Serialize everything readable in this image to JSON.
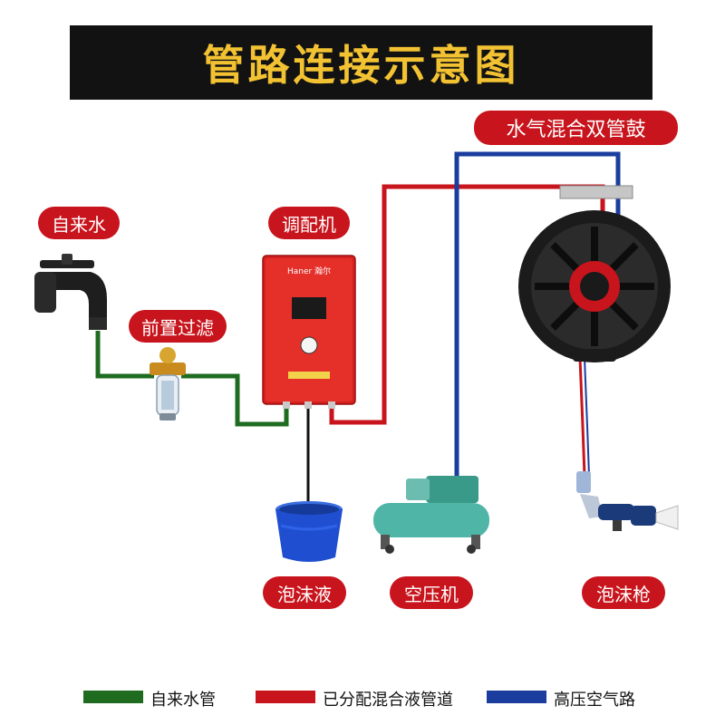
{
  "title": "管路连接示意图",
  "labels": {
    "tap_water": "自来水",
    "prefilter": "前置过滤",
    "mixer": "调配机",
    "reel": "水气混合双管鼓",
    "foam_liquid": "泡沫液",
    "air_compressor": "空压机",
    "foam_gun": "泡沫枪"
  },
  "device": {
    "brand": "Haner 瀚尔"
  },
  "legend": [
    {
      "label": "自来水管",
      "color": "#1f6b1f"
    },
    {
      "label": "已分配混合液管道",
      "color": "#c8141c"
    },
    {
      "label": "高压空气路",
      "color": "#1a3d9e"
    }
  ],
  "colors": {
    "water_pipe": "#1f6b1f",
    "mix_pipe": "#c8141c",
    "air_pipe": "#1a3d9e",
    "title_bg": "#121212",
    "title_text": "#f2c232",
    "label_bg": "#c8141c"
  },
  "icons": [
    "faucet-icon",
    "prefilter-icon",
    "mixer-machine-icon",
    "hose-reel-icon",
    "foam-bucket-icon",
    "air-compressor-icon",
    "foam-gun-icon"
  ]
}
